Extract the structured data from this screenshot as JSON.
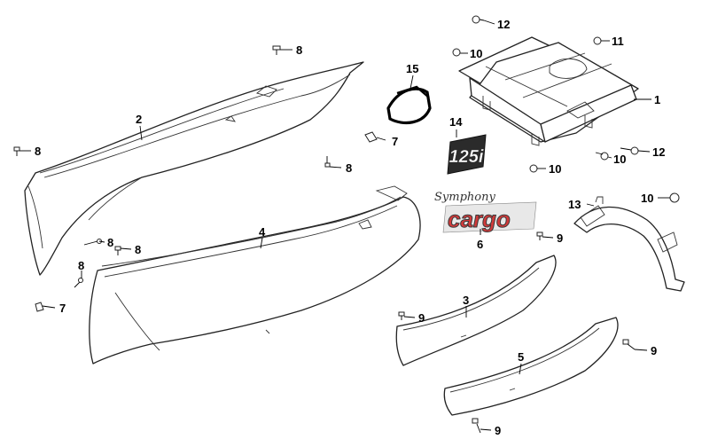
{
  "callouts": [
    "1",
    "2",
    "3",
    "4",
    "5",
    "6",
    "7",
    "7",
    "8",
    "8",
    "8",
    "8",
    "8",
    "8",
    "9",
    "9",
    "9",
    "9",
    "10",
    "10",
    "10",
    "10",
    "11",
    "12",
    "12",
    "13",
    "14",
    "15"
  ],
  "decals": {
    "badge_125": "125i",
    "symphony_script": "Symphony",
    "cargo_text": "cargo"
  },
  "colors": {
    "line": "#222222",
    "badge_fill": "#2b2b2b",
    "cargo_red": "#d23a3a",
    "cargo_dark": "#3a3a3a"
  }
}
